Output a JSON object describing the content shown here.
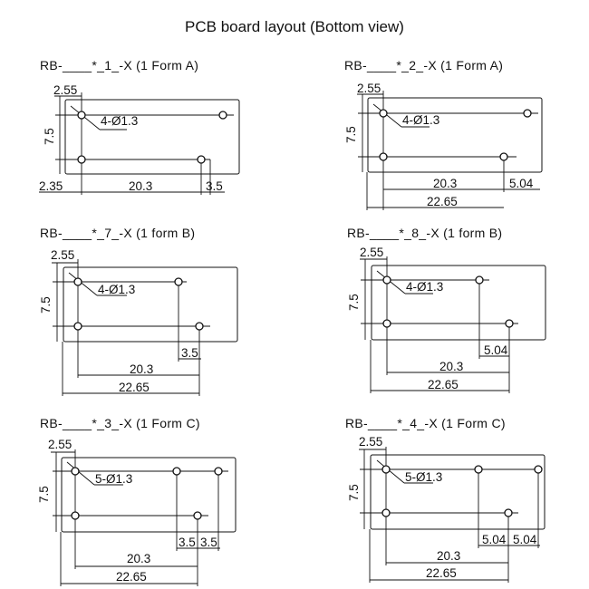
{
  "title": "PCB board layout (Bottom view)",
  "panels": [
    {
      "label": "RB-____*_1_-X (1 Form A)",
      "hole": "4-Ø1.3",
      "v": "7.5",
      "top": "2.55",
      "b1": "2.35",
      "b2": "20.3",
      "b3": "3.5"
    },
    {
      "label": "RB-____*_2_-X (1 Form A)",
      "hole": "4-Ø1.3",
      "v": "7.5",
      "top": "2.55",
      "d1": "20.3",
      "d2": "5.04",
      "d3": "22.65"
    },
    {
      "label": "RB-____*_7_-X (1  form B)",
      "hole": "4-Ø1.3",
      "v": "7.5",
      "top": "2.55",
      "d1": "3.5",
      "d2": "20.3",
      "d3": "22.65"
    },
    {
      "label": "RB-____*_8_-X (1 form B)",
      "hole": "4-Ø1.3",
      "v": "7.5",
      "top": "2.55",
      "d1": "5.04",
      "d2": "20.3",
      "d3": "22.65"
    },
    {
      "label": "RB-____*_3_-X (1 Form C)",
      "hole": "5-Ø1.3",
      "v": "7.5",
      "top": "2.55",
      "d1a": "3.5",
      "d1b": "3.5",
      "d2": "20.3",
      "d3": "22.65"
    },
    {
      "label": "RB-____*_4_-X (1 Form C)",
      "hole": "5-Ø1.3",
      "v": "7.5",
      "top": "2.55",
      "d1a": "5.04",
      "d1b": "5.04",
      "d2": "20.3",
      "d3": "22.65"
    }
  ]
}
